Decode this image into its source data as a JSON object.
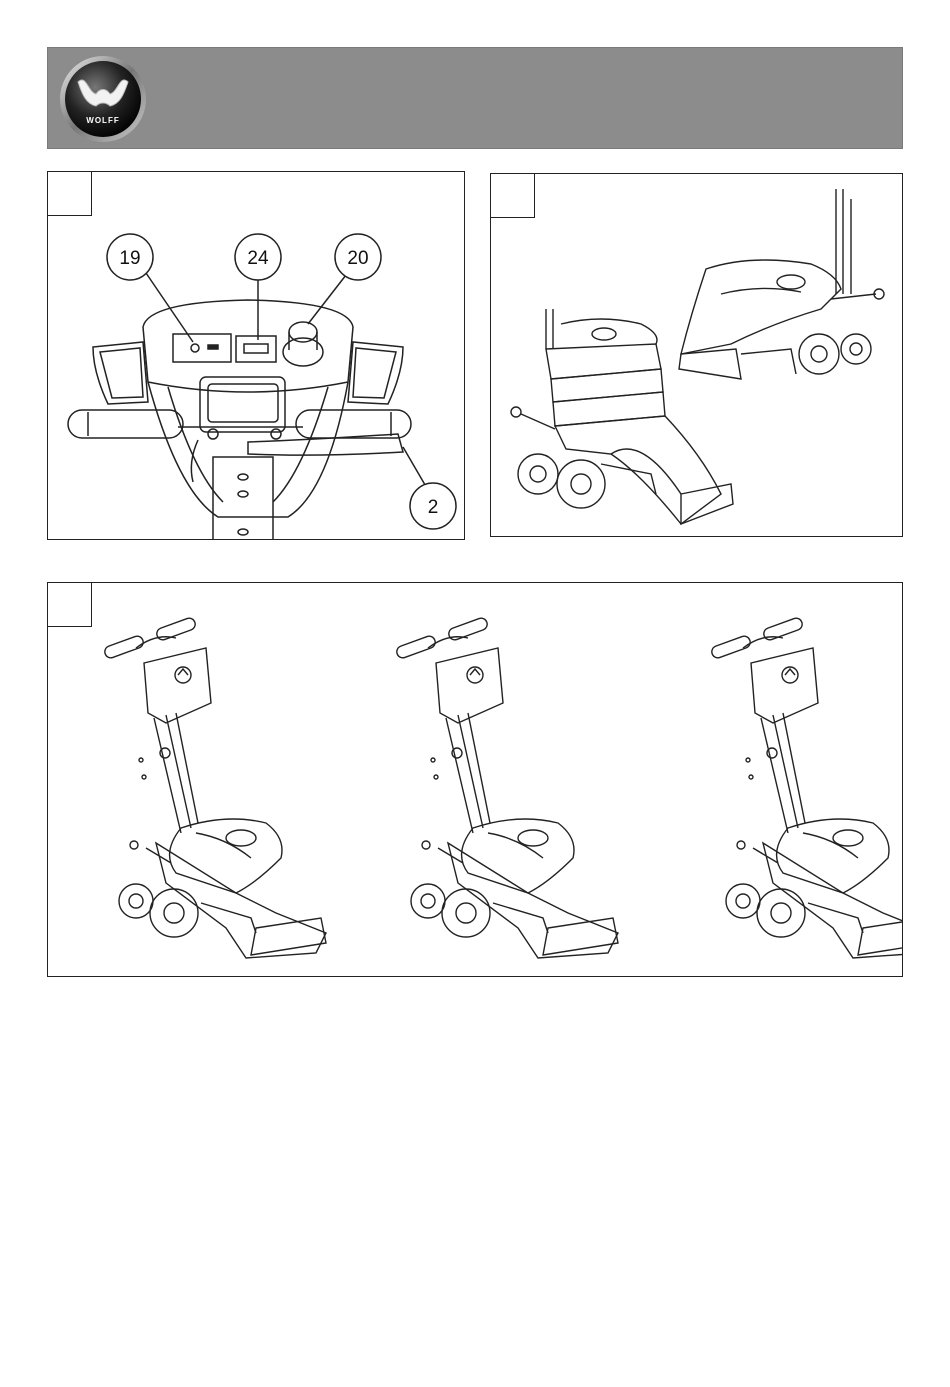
{
  "header": {
    "logo_text": "WOLFF",
    "background_color": "#8c8c8c"
  },
  "panel_a": {
    "callouts": [
      "19",
      "24",
      "20",
      "2"
    ]
  },
  "icons": [
    "wolff-logo-icon",
    "control-panel-illustration",
    "stacked-machines-illustration",
    "machine-illustration"
  ]
}
